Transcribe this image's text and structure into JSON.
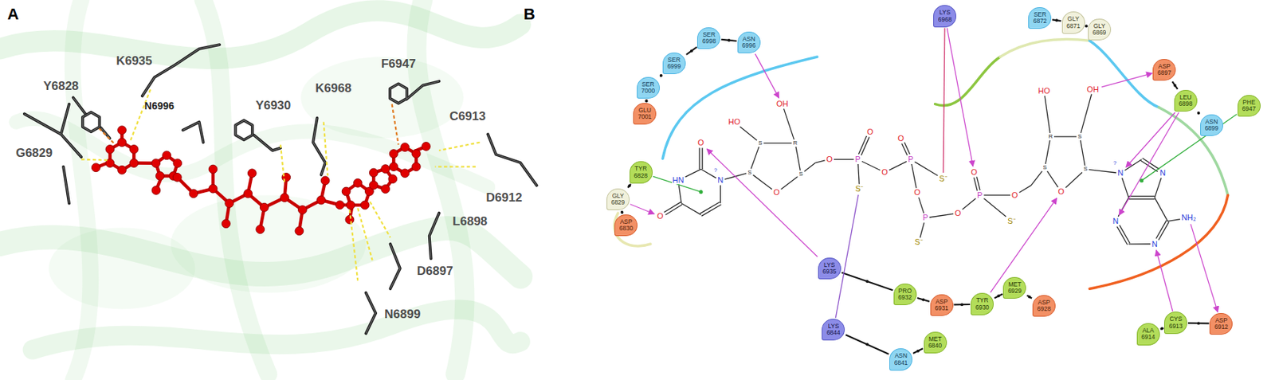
{
  "diagram": {
    "nodes": [
      {
        "text": [
          "SER 6998"
        ]
      },
      {
        "text": [
          "ASN 6996"
        ]
      },
      {
        "text": [
          "SER 6999"
        ]
      },
      {
        "text": [
          "SER 7000"
        ]
      },
      {
        "text": [
          "GLU 7001"
        ]
      },
      {
        "text": [
          "LYS 6968"
        ]
      },
      {
        "text": [
          "SER 6872"
        ]
      },
      {
        "text": [
          "GLY 6871"
        ]
      },
      {
        "text": [
          "GLY 6869"
        ]
      },
      {
        "text": [
          "ASP 6897"
        ]
      },
      {
        "text": [
          "LEU 6898"
        ]
      },
      {
        "text": [
          "ASN 6899"
        ]
      },
      {
        "text": [
          "PHE 6947"
        ]
      },
      {
        "text": [
          "TYR 6828"
        ]
      },
      {
        "text": [
          "GLY 6829"
        ]
      },
      {
        "text": [
          "ASP 6830"
        ]
      },
      {
        "text": [
          "LYS 6935"
        ]
      },
      {
        "text": [
          "PRO 6932"
        ]
      },
      {
        "text": [
          "ASP 6931"
        ]
      },
      {
        "text": [
          "TYR 6930"
        ]
      },
      {
        "text": [
          "MET 6929"
        ]
      },
      {
        "text": [
          "ASP 6928"
        ]
      },
      {
        "text": [
          "LYS 6844"
        ]
      },
      {
        "text": [
          "ASN 6841"
        ]
      },
      {
        "text": [
          "MET 6840"
        ]
      },
      {
        "text": [
          "ALA 6914"
        ]
      },
      {
        "text": [
          "CYS 6913"
        ]
      },
      {
        "text": [
          "ASP 6912"
        ]
      }
    ],
    "edges": [
      {
        "from": 4,
        "to": 3,
        "arrow": "none"
      },
      {
        "from": 3,
        "to": 2,
        "arrow": "none"
      },
      {
        "from": 2,
        "to": 0,
        "arrow": "none"
      },
      {
        "from": 0,
        "to": 1,
        "arrow": "none"
      },
      {
        "from": 6,
        "to": 7,
        "arrow": "none"
      },
      {
        "from": 7,
        "to": 8,
        "arrow": "none"
      },
      {
        "from": 9,
        "to": 10,
        "arrow": "none"
      },
      {
        "from": 10,
        "to": 11,
        "arrow": "none"
      },
      {
        "from": 13,
        "to": 14,
        "arrow": "none"
      },
      {
        "from": 14,
        "to": 15,
        "arrow": "none"
      },
      {
        "from": 16,
        "to": 17,
        "arrow": "none"
      },
      {
        "from": 17,
        "to": 18,
        "arrow": "none"
      },
      {
        "from": 18,
        "to": 19,
        "arrow": "none"
      },
      {
        "from": 19,
        "to": 20,
        "arrow": "none"
      },
      {
        "from": 20,
        "to": 21,
        "arrow": "none"
      },
      {
        "from": 22,
        "to": 23,
        "arrow": "none"
      },
      {
        "from": 23,
        "to": 24,
        "arrow": "none"
      },
      {
        "from": 25,
        "to": 26,
        "arrow": "none"
      },
      {
        "from": 26,
        "to": 27,
        "arrow": "none"
      }
    ],
    "labels": [
      "A",
      "Y6828",
      "K6935",
      "G6829",
      "N6996",
      "Y6930",
      "K6968",
      "F6947",
      "C6913",
      "D6912",
      "L6898",
      "D6897",
      "N6899",
      "B",
      "O",
      "HN",
      "N",
      "?",
      "O",
      "S",
      "O",
      "S",
      "R",
      "S",
      "HO",
      "OH",
      "O",
      "P",
      "O",
      "S⁻",
      "O",
      "P",
      "O",
      "S⁻",
      "O",
      "P",
      "S⁻",
      "O",
      "P",
      "O",
      "S⁻",
      "O",
      "S",
      "O",
      "S",
      "S",
      "R",
      "HO",
      "OH",
      "N",
      "?",
      "N",
      "N",
      "N",
      "NH₂"
    ]
  }
}
